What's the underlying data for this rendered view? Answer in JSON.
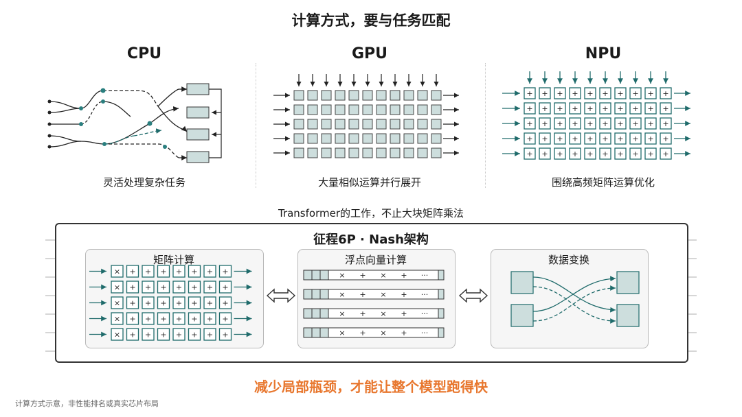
{
  "title": "计算方式，要与任务匹配",
  "columns": [
    {
      "name": "CPU",
      "caption": "灵活处理复杂任务"
    },
    {
      "name": "GPU",
      "caption": "大量相似运算并行展开"
    },
    {
      "name": "NPU",
      "caption": "围绕高频矩阵运算优化"
    }
  ],
  "transformer_note": "Transformer的工作，不止大块矩阵乘法",
  "chip": {
    "title": "征程6P · Nash架构",
    "panels": [
      {
        "title": "矩阵计算"
      },
      {
        "title": "浮点向量计算",
        "ops": [
          "×",
          "+",
          "×",
          "+",
          "···"
        ]
      },
      {
        "title": "数据变换"
      }
    ]
  },
  "bottom_text": "减少局部瓶颈，才能让整个模型跑得快",
  "footnote": "计算方式示意，非性能排名或真实芯片布局",
  "colors": {
    "teal": "#1f6b6b",
    "cell_fill": "#cddedd",
    "accent_orange": "#e8772e",
    "chip_border": "#333333"
  }
}
